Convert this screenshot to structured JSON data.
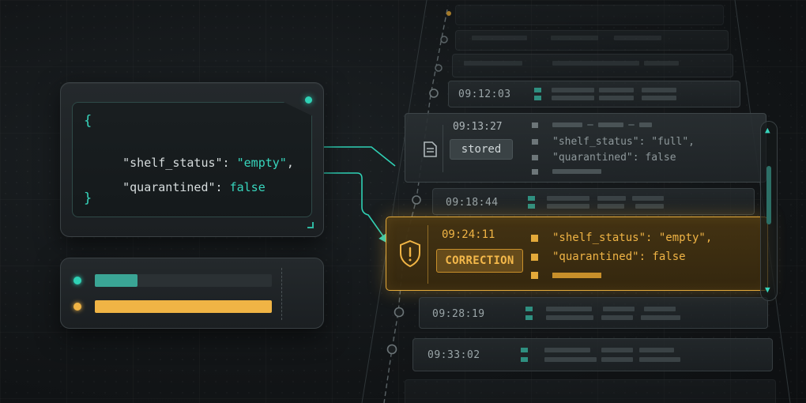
{
  "json_panel": {
    "open_brace": "{",
    "line1_key": "\"shelf_status\": ",
    "line1_val": "\"empty\"",
    "line1_tail": ",",
    "line2_key": "\"quarantined\": ",
    "line2_val": "false",
    "close_brace": "}"
  },
  "legend": {
    "items": [
      {
        "color": "#2fd1b5",
        "fill_fraction": 0.24,
        "bar_color": "#3aa595"
      },
      {
        "color": "#f0b445",
        "fill_fraction": 1.0,
        "bar_color": "#f0b445"
      }
    ]
  },
  "timeline": {
    "rows": [
      {
        "time": "09:12:03"
      },
      {
        "time": "09:18:44"
      },
      {
        "time": "09:28:19"
      },
      {
        "time": "09:33:02"
      }
    ],
    "stored": {
      "time": "09:13:27",
      "badge": "stored",
      "line1": "\"shelf_status\": \"full\",",
      "line2": "\"quarantined\": false",
      "icon": "document-icon"
    },
    "correction": {
      "time": "09:24:11",
      "badge": "CORRECTION",
      "line1": "\"shelf_status\": \"empty\",",
      "line2": "\"quarantined\": false",
      "icon": "shield-alert-icon"
    }
  },
  "colors": {
    "accent_teal": "#2fd1b5",
    "accent_amber": "#e3a93a"
  }
}
